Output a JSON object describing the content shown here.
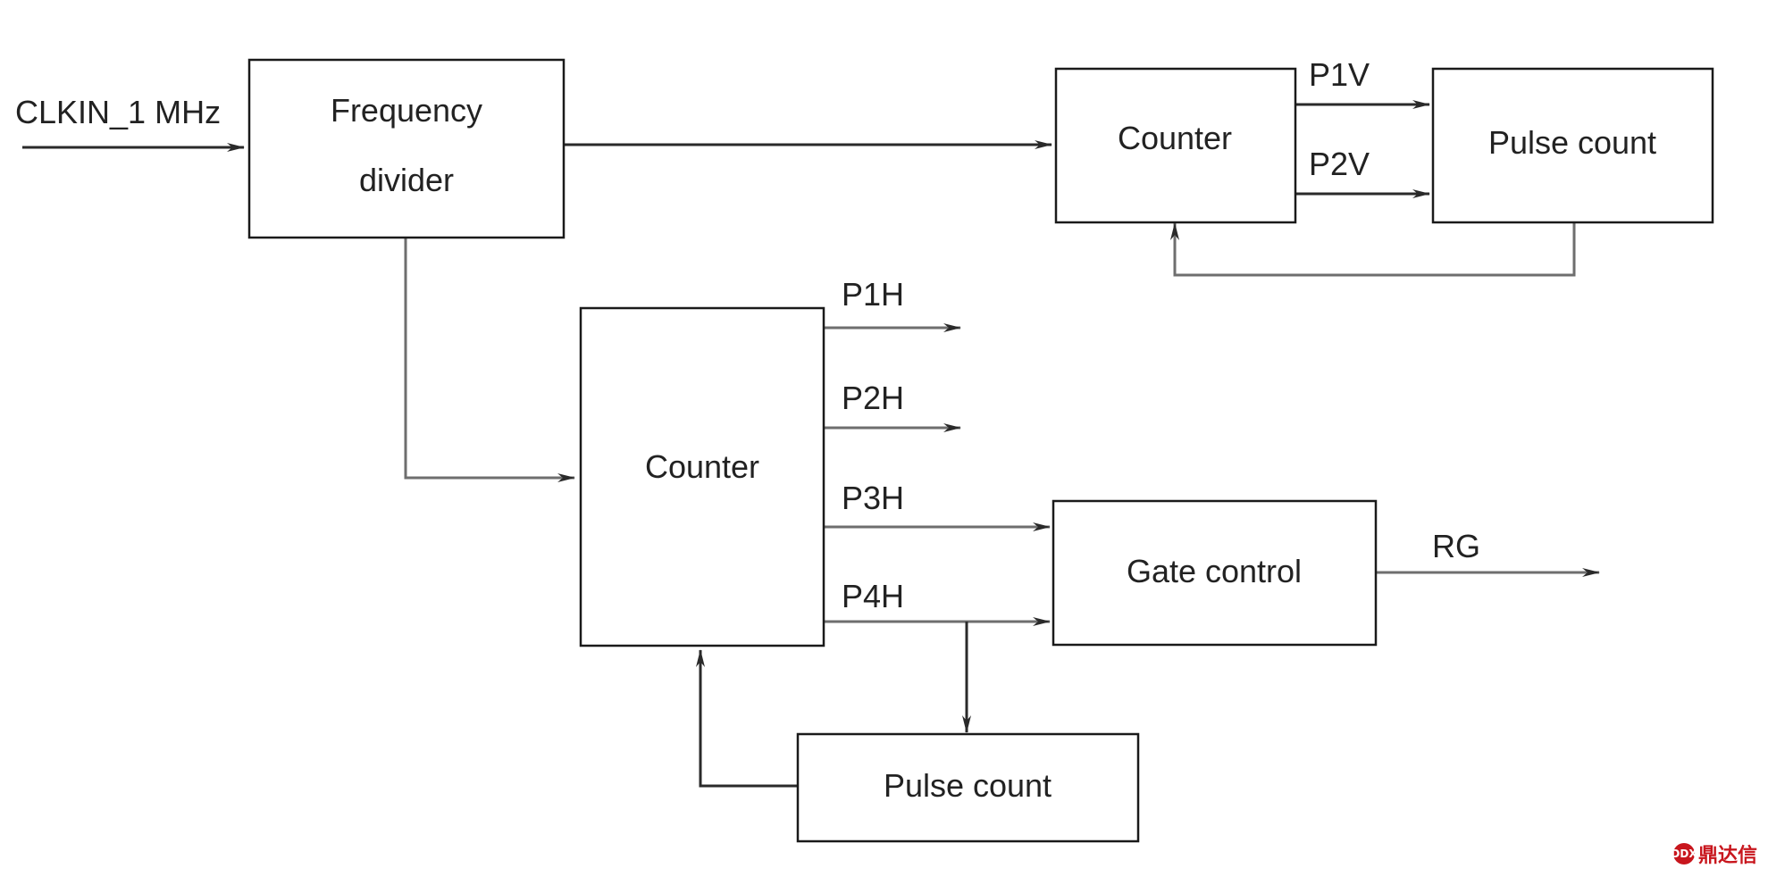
{
  "input_label": "CLKIN_1 MHz",
  "blocks": {
    "frequency_divider": {
      "line1": "Frequency",
      "line2": "divider"
    },
    "counter_top": "Counter",
    "pulse_count_top": "Pulse count",
    "counter_main": "Counter",
    "gate_control": "Gate control",
    "pulse_count_bottom": "Pulse count"
  },
  "signals": {
    "p1v": "P1V",
    "p2v": "P2V",
    "p1h": "P1H",
    "p2h": "P2H",
    "p3h": "P3H",
    "p4h": "P4H",
    "rg": "RG"
  },
  "watermark": {
    "logo": "DDX",
    "text": "鼎达信"
  },
  "colors": {
    "box_stroke": "#1a1a1a",
    "wire": "#6e6e6e",
    "watermark": "#c8161d"
  }
}
